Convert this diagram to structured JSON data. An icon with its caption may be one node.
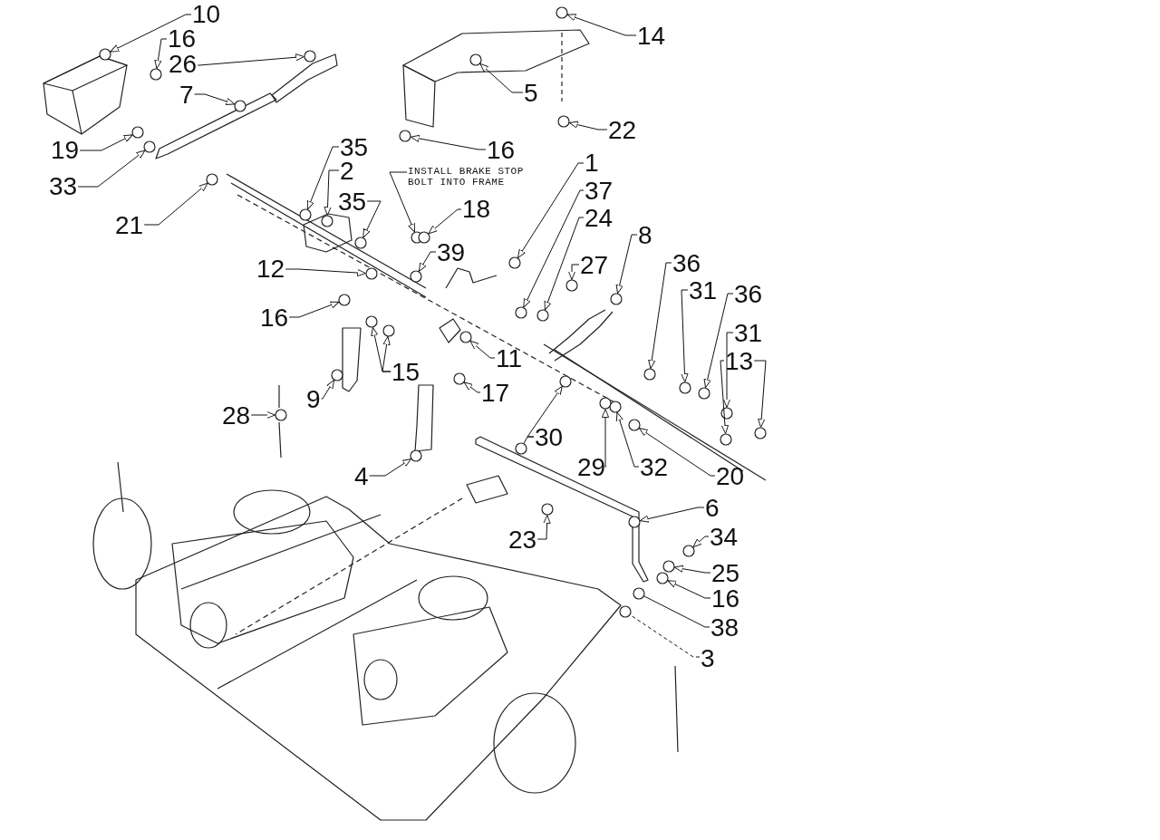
{
  "diagram": {
    "nodes": [
      {
        "text": [
          "10"
        ]
      },
      {
        "text": [
          "16"
        ]
      },
      {
        "text": [
          "26"
        ]
      },
      {
        "text": [
          "7"
        ]
      },
      {
        "text": [
          "19"
        ]
      },
      {
        "text": [
          "33"
        ]
      },
      {
        "text": [
          "21"
        ]
      },
      {
        "text": [
          "35"
        ]
      },
      {
        "text": [
          "2"
        ]
      },
      {
        "text": [
          "35"
        ]
      },
      {
        "text": [
          "12"
        ]
      },
      {
        "text": [
          "INSTALL BRAKE STOP BOLT INTO FRAME"
        ]
      },
      {
        "text": [
          "18"
        ]
      },
      {
        "text": [
          "39"
        ]
      },
      {
        "text": [
          "1"
        ]
      },
      {
        "text": [
          "37"
        ]
      },
      {
        "text": [
          "24"
        ]
      },
      {
        "text": [
          "27"
        ]
      },
      {
        "text": [
          "8"
        ]
      },
      {
        "text": [
          "36"
        ]
      },
      {
        "text": [
          "31"
        ]
      },
      {
        "text": [
          "36"
        ]
      },
      {
        "text": [
          "31"
        ]
      },
      {
        "text": [
          "13"
        ]
      },
      {
        "text": [
          "14"
        ]
      },
      {
        "text": [
          "5"
        ]
      },
      {
        "text": [
          "22"
        ]
      },
      {
        "text": [
          "16"
        ]
      },
      {
        "text": [
          "16"
        ]
      },
      {
        "text": [
          "15"
        ]
      },
      {
        "text": [
          "11"
        ]
      },
      {
        "text": [
          "17"
        ]
      },
      {
        "text": [
          "9"
        ]
      },
      {
        "text": [
          "28"
        ]
      },
      {
        "text": [
          "4"
        ]
      },
      {
        "text": [
          "30"
        ]
      },
      {
        "text": [
          "29"
        ]
      },
      {
        "text": [
          "32"
        ]
      },
      {
        "text": [
          "20"
        ]
      },
      {
        "text": [
          "6"
        ]
      },
      {
        "text": [
          "23"
        ]
      },
      {
        "text": [
          "34"
        ]
      },
      {
        "text": [
          "25"
        ]
      },
      {
        "text": [
          "16"
        ]
      },
      {
        "text": [
          "38"
        ]
      },
      {
        "text": [
          "3"
        ]
      },
      {
        "text": [],
        "shape": "circle"
      },
      {
        "text": [],
        "shape": "circle"
      },
      {
        "text": [],
        "shape": "circle"
      },
      {
        "text": [],
        "shape": "circle"
      },
      {
        "text": [],
        "shape": "circle"
      },
      {
        "text": [],
        "shape": "circle"
      },
      {
        "text": [],
        "shape": "circle"
      },
      {
        "text": [],
        "shape": "circle"
      },
      {
        "text": [],
        "shape": "circle"
      },
      {
        "text": [],
        "shape": "circle"
      },
      {
        "text": [],
        "shape": "circle"
      },
      {
        "text": [],
        "shape": "circle"
      },
      {
        "text": [],
        "shape": "circle"
      },
      {
        "text": [],
        "shape": "circle"
      },
      {
        "text": [],
        "shape": "circle"
      },
      {
        "text": [],
        "shape": "circle"
      },
      {
        "text": [],
        "shape": "circle"
      },
      {
        "text": [],
        "shape": "circle"
      },
      {
        "text": [],
        "shape": "circle"
      },
      {
        "text": [],
        "shape": "circle"
      },
      {
        "text": [],
        "shape": "circle"
      },
      {
        "text": [],
        "shape": "circle"
      },
      {
        "text": [],
        "shape": "circle"
      },
      {
        "text": [],
        "shape": "circle"
      },
      {
        "text": [],
        "shape": "circle"
      },
      {
        "text": [],
        "shape": "circle"
      },
      {
        "text": [],
        "shape": "circle"
      },
      {
        "text": [],
        "shape": "circle"
      },
      {
        "text": [],
        "shape": "circle"
      },
      {
        "text": [],
        "shape": "circle"
      },
      {
        "text": [],
        "shape": "circle"
      },
      {
        "text": [],
        "shape": "circle"
      },
      {
        "text": [],
        "shape": "circle"
      },
      {
        "text": [],
        "shape": "circle"
      },
      {
        "text": [],
        "shape": "circle"
      },
      {
        "text": [],
        "shape": "circle"
      },
      {
        "text": [],
        "shape": "circle"
      },
      {
        "text": [],
        "shape": "circle"
      },
      {
        "text": [],
        "shape": "circle"
      },
      {
        "text": [],
        "shape": "circle"
      },
      {
        "text": [],
        "shape": "circle"
      },
      {
        "text": [],
        "shape": "circle"
      },
      {
        "text": [],
        "shape": "circle"
      },
      {
        "text": [],
        "shape": "circle"
      },
      {
        "text": [],
        "shape": "circle"
      },
      {
        "text": [],
        "shape": "circle"
      },
      {
        "text": [],
        "shape": "circle"
      },
      {
        "text": [],
        "shape": "circle"
      },
      {
        "text": [],
        "shape": "circle"
      }
    ],
    "edges": [
      {
        "from": 0,
        "to": 46,
        "arrow": "to"
      },
      {
        "from": 1,
        "to": 47,
        "arrow": "to"
      },
      {
        "from": 2,
        "to": 48,
        "arrow": "to"
      },
      {
        "from": 3,
        "to": 49,
        "arrow": "to"
      },
      {
        "from": 4,
        "to": 50,
        "arrow": "to"
      },
      {
        "from": 5,
        "to": 51,
        "arrow": "to"
      },
      {
        "from": 6,
        "to": 52,
        "arrow": "to"
      },
      {
        "from": 7,
        "to": 53,
        "arrow": "to"
      },
      {
        "from": 8,
        "to": 54,
        "arrow": "to"
      },
      {
        "from": 9,
        "to": 55,
        "arrow": "to"
      },
      {
        "from": 10,
        "to": 56,
        "arrow": "to"
      },
      {
        "from": 11,
        "to": 57,
        "arrow": "to"
      },
      {
        "from": 12,
        "to": 58,
        "arrow": "to"
      },
      {
        "from": 13,
        "to": 59,
        "arrow": "to"
      },
      {
        "from": 14,
        "to": 60,
        "arrow": "to"
      },
      {
        "from": 15,
        "to": 61,
        "arrow": "to"
      },
      {
        "from": 16,
        "to": 62,
        "arrow": "to"
      },
      {
        "from": 17,
        "to": 63,
        "arrow": "to"
      },
      {
        "from": 18,
        "to": 64,
        "arrow": "to"
      },
      {
        "from": 19,
        "to": 65,
        "arrow": "to"
      },
      {
        "from": 20,
        "to": 66,
        "arrow": "to"
      },
      {
        "from": 21,
        "to": 67,
        "arrow": "to"
      },
      {
        "from": 22,
        "to": 68,
        "arrow": "to"
      },
      {
        "from": 23,
        "to": 69,
        "arrow": "to"
      },
      {
        "from": 23,
        "to": 70,
        "arrow": "to"
      },
      {
        "from": 24,
        "to": 71,
        "arrow": "to"
      },
      {
        "from": 25,
        "to": 72,
        "arrow": "to"
      },
      {
        "from": 26,
        "to": 73,
        "arrow": "to"
      },
      {
        "from": 27,
        "to": 74,
        "arrow": "to"
      },
      {
        "from": 28,
        "to": 75,
        "arrow": "to"
      },
      {
        "from": 29,
        "to": 76,
        "arrow": "to"
      },
      {
        "from": 29,
        "to": 77,
        "arrow": "to"
      },
      {
        "from": 30,
        "to": 78,
        "arrow": "to"
      },
      {
        "from": 31,
        "to": 79,
        "arrow": "to"
      },
      {
        "from": 32,
        "to": 80,
        "arrow": "to"
      },
      {
        "from": 33,
        "to": 81,
        "arrow": "to"
      },
      {
        "from": 34,
        "to": 82,
        "arrow": "to"
      },
      {
        "from": 35,
        "to": 83,
        "arrow": "to"
      },
      {
        "from": 35,
        "to": 84,
        "arrow": "none"
      },
      {
        "from": 36,
        "to": 85,
        "arrow": "to"
      },
      {
        "from": 37,
        "to": 86,
        "arrow": "to"
      },
      {
        "from": 38,
        "to": 87,
        "arrow": "to"
      },
      {
        "from": 39,
        "to": 88,
        "arrow": "to"
      },
      {
        "from": 40,
        "to": 89,
        "arrow": "to"
      },
      {
        "from": 41,
        "to": 90,
        "arrow": "to"
      },
      {
        "from": 42,
        "to": 91,
        "arrow": "to"
      },
      {
        "from": 43,
        "to": 92,
        "arrow": "to"
      },
      {
        "from": 44,
        "to": 93,
        "arrow": "none"
      },
      {
        "from": 45,
        "to": 94,
        "arrow": "none",
        "style": "dashed"
      }
    ]
  }
}
